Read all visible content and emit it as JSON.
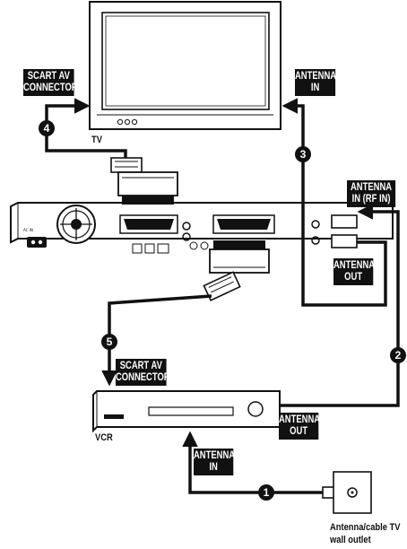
{
  "devices": {
    "tv": "TV",
    "vcr": "VCR",
    "outlet_line1": "Antenna/cable TV",
    "outlet_line2": "wall outlet"
  },
  "labels": {
    "scart_tv": [
      "SCART AV",
      "CONNECTOR"
    ],
    "antenna_in_tv": [
      "ANTENNA",
      "IN"
    ],
    "antenna_in_rf": [
      "ANTENNA",
      "IN (RF IN)"
    ],
    "antenna_out_recorder": [
      "ANTENNA",
      "OUT"
    ],
    "scart_vcr": [
      "SCART AV",
      "CONNECTOR"
    ],
    "antenna_out_vcr": [
      "ANTENNA",
      "OUT"
    ],
    "antenna_in_vcr": [
      "ANTENNA",
      "IN"
    ]
  },
  "steps": [
    "1",
    "2",
    "3",
    "4",
    "5"
  ],
  "colors": {
    "ink": "#111111",
    "label_bg": "#111111",
    "label_text": "#ffffff"
  }
}
